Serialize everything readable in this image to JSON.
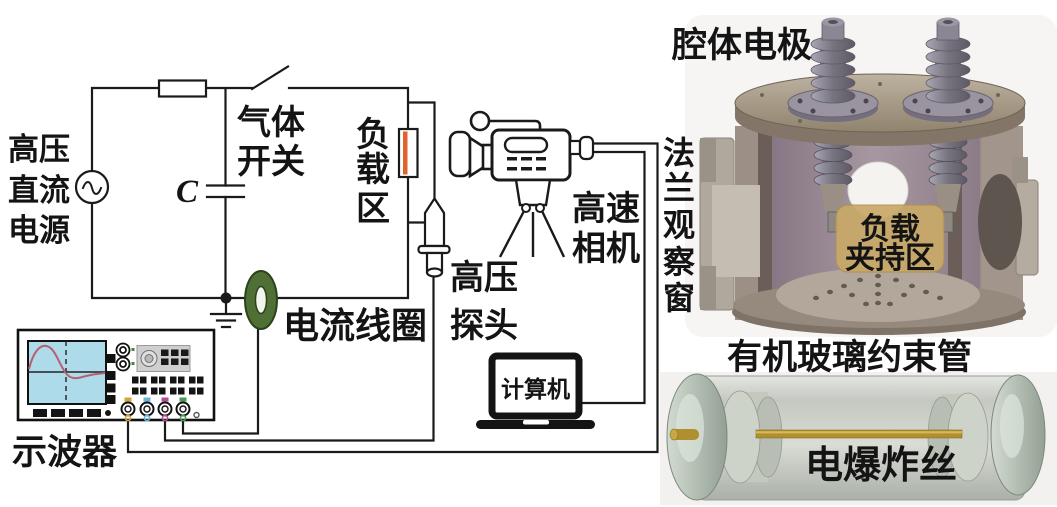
{
  "schematic": {
    "power_supply": [
      "高压",
      "直流",
      "电源"
    ],
    "capacitor": "C",
    "gas_switch": [
      "气体",
      "开关"
    ],
    "load_zone": [
      "负",
      "载",
      "区"
    ],
    "hv_probe": [
      "高压",
      "探头"
    ],
    "current_coil": "电流线圈",
    "oscilloscope": "示波器",
    "camera": [
      "高速",
      "相机"
    ],
    "computer": "计算机"
  },
  "chamber": {
    "electrode_label": "腔体电极",
    "flange_window": [
      "法",
      "兰",
      "观",
      "察",
      "窗"
    ],
    "load_clamp": [
      "负载",
      "夹持区"
    ]
  },
  "tube": {
    "title": "有机玻璃约束管",
    "wire_label": "电爆炸丝"
  },
  "colors": {
    "wire": "#1a1a1a",
    "load_stripe": "#e2622c",
    "scope_screen": "#aedbe9",
    "waveform": "#b85f72",
    "coil_green": "#4f6f35",
    "bnc": [
      "#d4a43a",
      "#6ab4d8",
      "#b44a96",
      "#4a9a50"
    ],
    "clamp_gold": "#c9a968",
    "exploding_wire_gold": "#b08f30"
  }
}
